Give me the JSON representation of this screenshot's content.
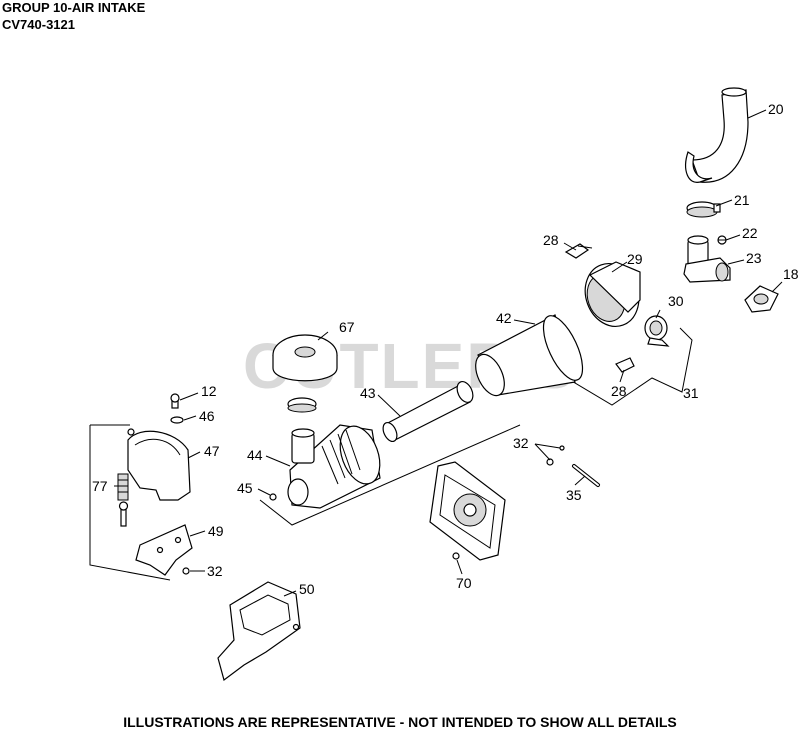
{
  "header": {
    "group_title": "GROUP 10-AIR INTAKE",
    "model": "CV740-3121"
  },
  "watermark": "CUTLER'S",
  "footer": "ILLUSTRATIONS ARE REPRESENTATIVE - NOT INTENDED TO SHOW ALL DETAILS",
  "callouts": {
    "c20": "20",
    "c21": "21",
    "c22": "22",
    "c23": "23",
    "c18": "18",
    "c28a": "28",
    "c29": "29",
    "c30": "30",
    "c28b": "28",
    "c31": "31",
    "c42": "42",
    "c67": "67",
    "c43": "43",
    "c44": "44",
    "c45": "45",
    "c12": "12",
    "c46": "46",
    "c47": "47",
    "c77": "77",
    "c49": "49",
    "c32a": "32",
    "c32b": "32",
    "c35": "35",
    "c70": "70",
    "c50": "50"
  }
}
